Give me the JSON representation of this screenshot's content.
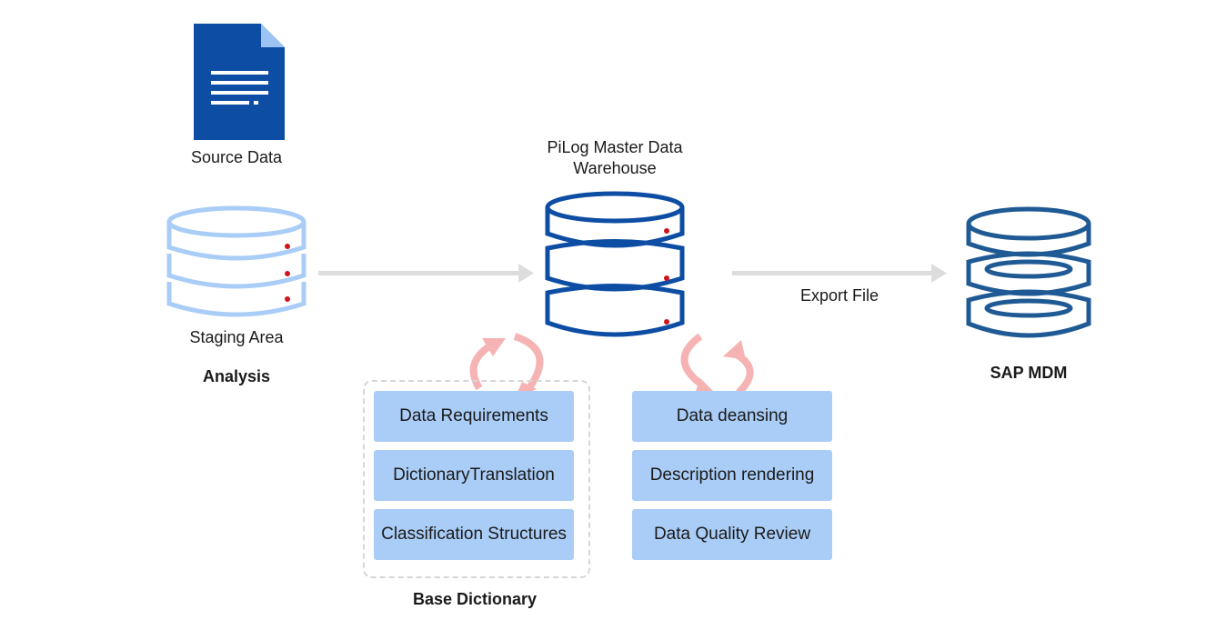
{
  "source": {
    "label": "Source Data",
    "icon": "document-icon",
    "color": "#0d4da3"
  },
  "staging": {
    "label": "Staging Area",
    "caption": "Analysis",
    "icon": "database-icon",
    "color": "#a9cdf6"
  },
  "warehouse": {
    "label_line1": "PiLog Master Data",
    "label_line2": "Warehouse",
    "icon": "database-icon",
    "color": "#0d4da3"
  },
  "sap": {
    "caption": "SAP MDM",
    "icon": "database-icon",
    "color": "#1f5a94"
  },
  "export": {
    "label": "Export File"
  },
  "base_dictionary": {
    "caption": "Base Dictionary",
    "items": [
      "Data Requirements",
      "DictionaryTranslation",
      "Classification Structures"
    ]
  },
  "processing": {
    "items": [
      "Data deansing",
      "Description rendering",
      "Data Quality Review"
    ]
  },
  "colors": {
    "arrow": "#dddddd",
    "cycle": "#f6b3b3",
    "box": "#a9cdf6",
    "dot": "#d0141e"
  }
}
